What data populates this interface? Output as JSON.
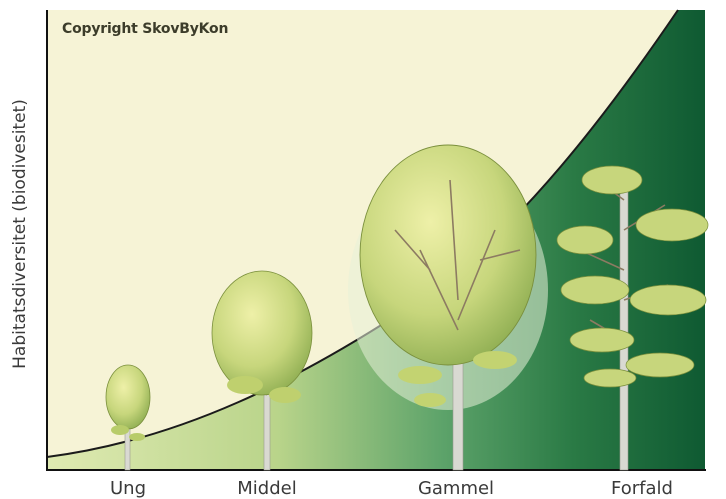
{
  "copyright": "Copyright SkovByKon",
  "y_axis_label": "Habitatsdiversitet (biodivesitet)",
  "stages": [
    {
      "label": "Ung"
    },
    {
      "label": "Middel"
    },
    {
      "label": "Gammel"
    },
    {
      "label": "Forfald"
    }
  ],
  "colors": {
    "background": "#f6f3d6",
    "fill_light": "#c9dd9c",
    "fill_dark": "#0f5a32",
    "curve": "#1b1b1b",
    "foliage": "#c7d67c",
    "trunk": "#d9d9d2"
  }
}
